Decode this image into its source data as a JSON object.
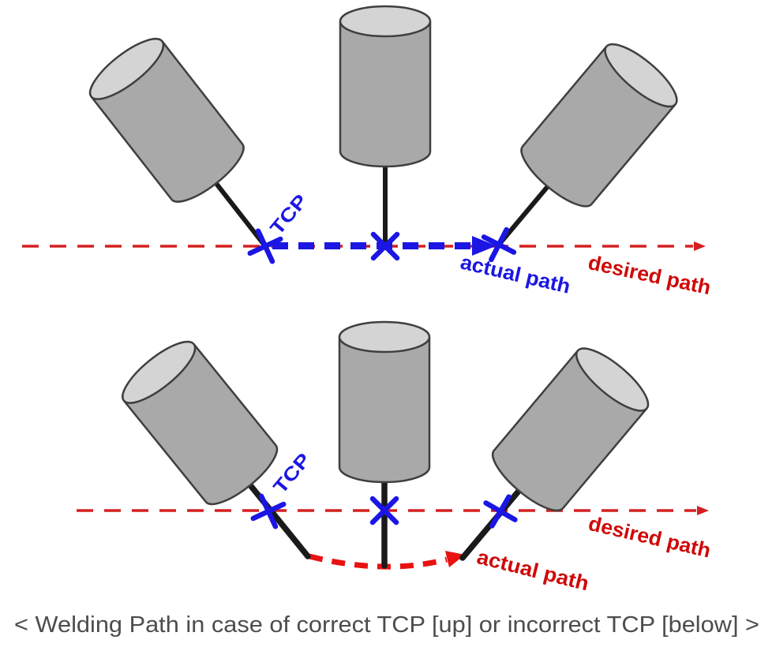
{
  "diagram": {
    "caption": "< Welding Path in case of correct TCP [up] or incorrect TCP [below] >",
    "top_panel": {
      "description": "correct TCP: actual path follows desired path",
      "tcp_label": "TCP",
      "actual_path_label": "actual path",
      "desired_path_label": "desired path"
    },
    "bottom_panel": {
      "description": "incorrect TCP: actual path sags below desired path",
      "tcp_label": "TCP",
      "actual_path_label": "actual path",
      "desired_path_label": "desired path"
    },
    "colors": {
      "blue_accent": "#1b16e3",
      "red_line": "#d42020",
      "red_bright": "#e81212",
      "red_label": "#cf0a0a",
      "cylinder_body": "#a9a9a9",
      "cylinder_top_face": "#d4d4d4",
      "cylinder_outline": "#3f3f3f",
      "stick_black": "#1a1a1a",
      "caption_gray": "#4c4c4c"
    }
  }
}
